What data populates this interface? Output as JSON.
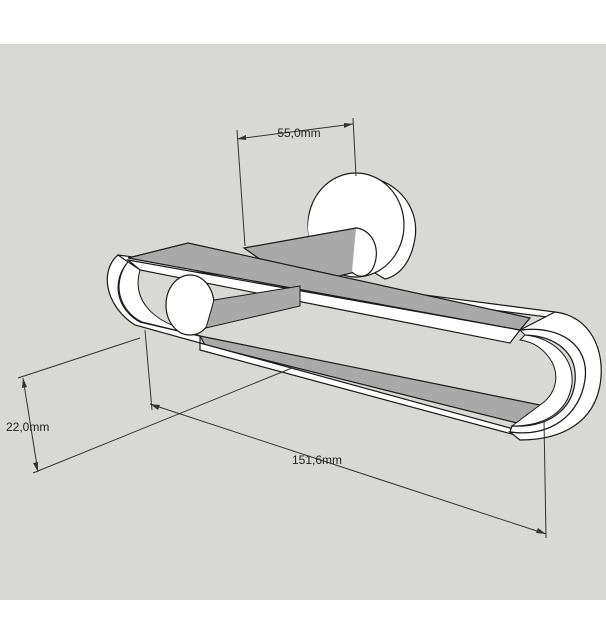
{
  "dimensions": {
    "offset": "55,0mm",
    "height": "22,0mm",
    "length": "151,6mm"
  },
  "colors": {
    "background": "#d8d8d4",
    "face": "#ffffff",
    "shade": "#a9a9a9",
    "edge": "#1a1a1a"
  }
}
